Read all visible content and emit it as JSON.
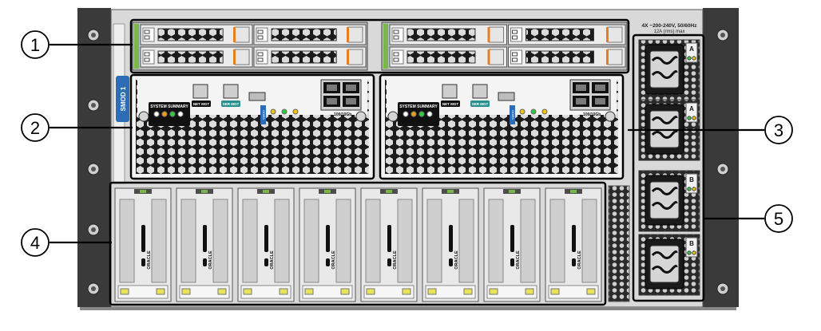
{
  "callouts": [
    "1",
    "2",
    "3",
    "4",
    "5"
  ],
  "chassis": {
    "slot_label": "SMOD 1",
    "power_rating": "4X ~200-240V, 50/60Hz",
    "power_rating_line2": "12A (rms) max"
  },
  "smod": {
    "system_summary": "SYSTEM SUMMARY",
    "net_mgt": "NET MGT",
    "ser_mgt": "SER MGT",
    "speed": "↔ 100/10Gb",
    "smod_tag": "SMOD"
  },
  "pcie": {
    "brand": "ORACLE"
  },
  "psu": {
    "labels": [
      "A",
      "A",
      "B",
      "B"
    ]
  },
  "colors": {
    "callout_line": "#000000",
    "panel": "#f4f4f4",
    "mesh_dark": "#1b1b1b",
    "blue_tag": "#2d6db5",
    "teal_tag": "#2b8f8f",
    "led_green": "#2ecc40",
    "led_orange": "#f39c12",
    "led_yellow": "#f1c40f"
  }
}
